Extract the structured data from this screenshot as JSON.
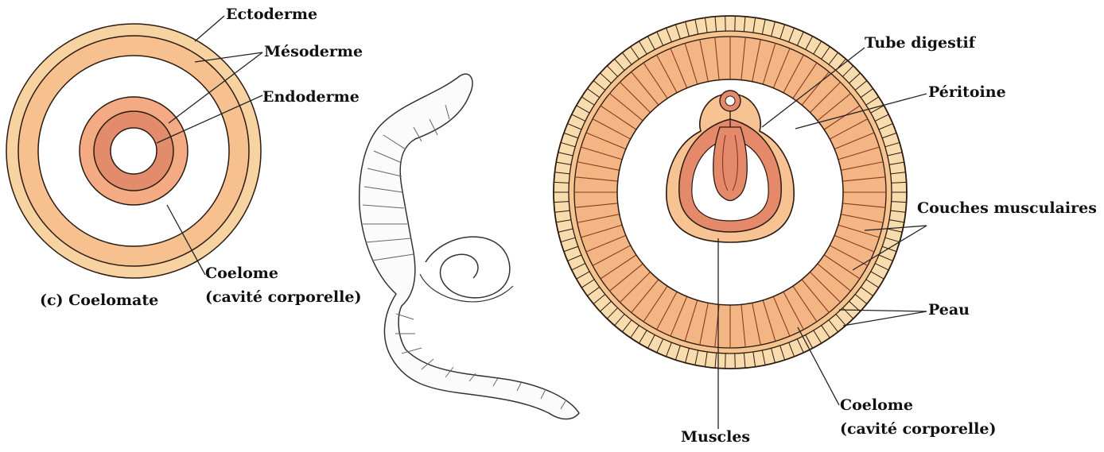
{
  "colors": {
    "ectoderm_light": "#F8D3A2",
    "mesoderm": "#F7C08F",
    "endoderm": "#E9987A",
    "endoderm_dark": "#D8735A",
    "coelome_white": "#FFFFFF",
    "outline": "#2A1A10"
  },
  "left_diagram": {
    "labels": {
      "ectoderme": "Ectoderme",
      "mesoderme": "Mésoderme",
      "endoderme": "Endoderme",
      "coelome_line1": "Coelome",
      "coelome_line2": "(cavité corporelle)",
      "caption": "(c) Coelomate"
    }
  },
  "worm": {
    "icon": "earthworm-icon"
  },
  "right_diagram": {
    "labels": {
      "tube_digestif": "Tube digestif",
      "peritoine": "Péritoine",
      "couches_musculaires": "Couches musculaires",
      "peau": "Peau",
      "coelome_line1": "Coelome",
      "coelome_line2": "(cavité corporelle)",
      "muscles": "Muscles"
    }
  }
}
